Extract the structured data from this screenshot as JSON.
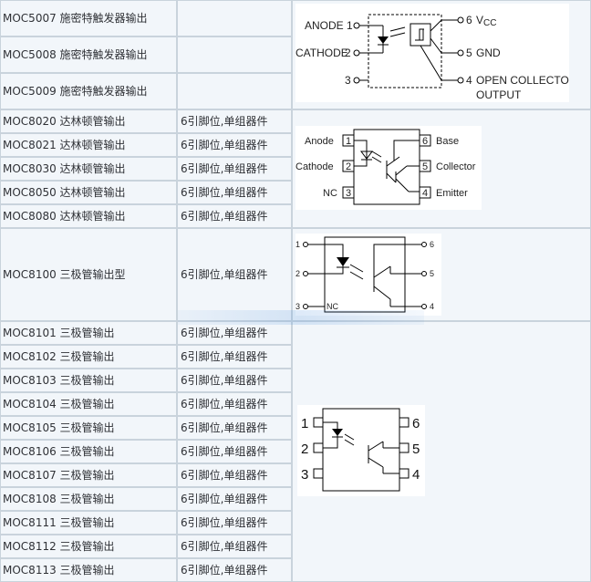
{
  "rows": [
    {
      "name": "MOC5007 施密特触发器输出",
      "pins": ""
    },
    {
      "name": "MOC5008 施密特触发器输出",
      "pins": ""
    },
    {
      "name": "MOC5009 施密特触发器输出",
      "pins": ""
    },
    {
      "name": "MOC8020 达林顿管输出",
      "pins": "6引脚位,单组器件"
    },
    {
      "name": "MOC8021 达林顿管输出",
      "pins": "6引脚位,单组器件"
    },
    {
      "name": "MOC8030 达林顿管输出",
      "pins": "6引脚位,单组器件"
    },
    {
      "name": "MOC8050 达林顿管输出",
      "pins": "6引脚位,单组器件"
    },
    {
      "name": "MOC8080 达林顿管输出",
      "pins": "6引脚位,单组器件"
    },
    {
      "name": "MOC8100 三极管输出型",
      "pins": "6引脚位,单组器件"
    },
    {
      "name": "MOC8101 三极管输出",
      "pins": "6引脚位,单组器件"
    },
    {
      "name": "MOC8102 三极管输出",
      "pins": "6引脚位,单组器件"
    },
    {
      "name": "MOC8103 三极管输出",
      "pins": "6引脚位,单组器件"
    },
    {
      "name": "MOC8104 三极管输出",
      "pins": "6引脚位,单组器件"
    },
    {
      "name": "MOC8105 三极管输出",
      "pins": "6引脚位,单组器件"
    },
    {
      "name": "MOC8106 三极管输出",
      "pins": "6引脚位,单组器件"
    },
    {
      "name": "MOC8107 三极管输出",
      "pins": "6引脚位,单组器件"
    },
    {
      "name": "MOC8108 三极管输出",
      "pins": "6引脚位,单组器件"
    },
    {
      "name": "MOC8111 三极管输出",
      "pins": "6引脚位,单组器件"
    },
    {
      "name": "MOC8112 三极管输出",
      "pins": "6引脚位,单组器件"
    },
    {
      "name": "MOC8113 三极管输出",
      "pins": "6引脚位,单组器件"
    }
  ],
  "diagram1": {
    "pin1": "ANODE",
    "pin1_num": "1",
    "pin2": "CATHODE",
    "pin2_num": "2",
    "pin3_num": "3",
    "pin6_num": "6",
    "pin6_label": "V",
    "pin6_sub": "CC",
    "pin5_num": "5",
    "pin5_label": "GND",
    "pin4_num": "4",
    "pin4_label_line1": "OPEN COLLECTOR",
    "pin4_label_line2": "OUTPUT"
  },
  "diagram2": {
    "pin1": "Anode",
    "pin2": "Cathode",
    "pin3": "NC",
    "pin6": "Base",
    "pin5": "Collector",
    "pin4": "Emitter",
    "n1": "1",
    "n2": "2",
    "n3": "3",
    "n4": "4",
    "n5": "5",
    "n6": "6"
  },
  "diagram3": {
    "n1": "1",
    "n2": "2",
    "n3": "3",
    "n4": "4",
    "n5": "5",
    "n6": "6",
    "nc": "NC"
  },
  "diagram4": {
    "n1": "1",
    "n2": "2",
    "n3": "3",
    "n4": "4",
    "n5": "5",
    "n6": "6"
  }
}
